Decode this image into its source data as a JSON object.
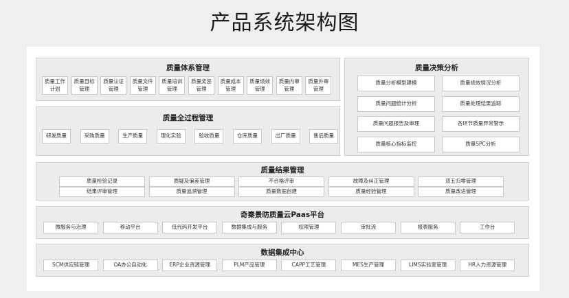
{
  "title": "产品系统架构图",
  "quality_system": {
    "title": "质量体系管理",
    "items": [
      [
        "质量工作",
        "计划"
      ],
      [
        "质量目标",
        "管理"
      ],
      [
        "质量认证",
        "管理"
      ],
      [
        "质量文件",
        "管理"
      ],
      [
        "质量培训",
        "管理"
      ],
      [
        "质量奖惩",
        "管理"
      ],
      [
        "质量成本",
        "管理"
      ],
      [
        "质量绩效",
        "管理"
      ],
      [
        "质量内审",
        "管理"
      ],
      [
        "质量外审",
        "管理"
      ]
    ]
  },
  "quality_process": {
    "title": "质量全过程管理",
    "items": [
      "研发质量",
      "采购质量",
      "生产质量",
      "理化实验",
      "验收质量",
      "仓库质量",
      "出厂质量",
      "售后质量"
    ]
  },
  "quality_decision": {
    "title": "质量决策分析",
    "items": [
      "质量分析模型建模",
      "质量绩效情况分析",
      "质量问题统计分析",
      "质量处理结果追踪",
      "质量问题报告及审理",
      "各环节质量异常警示",
      "质量核心指标监控",
      "质量SPC分析"
    ]
  },
  "quality_result": {
    "title": "质量结果管理",
    "items": [
      "质量检验记录",
      "质疑及偏差管理",
      "不合格评审",
      "故障及纠正管理",
      "双五归零管理",
      "结果评审管理",
      "质量追溯管理",
      "质量数据创建",
      "质量经验管理",
      "质量改进管理"
    ]
  },
  "paas": {
    "title": "奇秦景昉质量云Paas平台",
    "items": [
      "微服务与治理",
      "移动平台",
      "低代码开发平台",
      "数据集成与服务",
      "权限管理",
      "审批流",
      "报表服务",
      "工作台"
    ]
  },
  "data_center": {
    "title": "数据集成中心",
    "items": [
      "SCM供应链管理",
      "OA办公自动化",
      "ERP企业资源管理",
      "PLM产品管理",
      "CAPP工艺管理",
      "MES生产管理",
      "LIMS实验室管理",
      "HR人力资源管理"
    ]
  }
}
